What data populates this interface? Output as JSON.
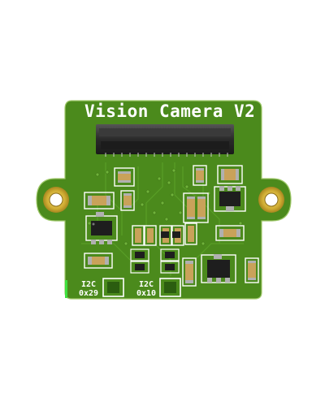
{
  "board": {
    "title": "Vision Camera V2",
    "labels": [
      {
        "line1": "I2C",
        "line2": "0x29"
      },
      {
        "line1": "I2C",
        "line2": "0x10"
      }
    ],
    "colors": {
      "pcb": "#4b8a1c",
      "pcb_dark": "#3e7816",
      "edge": "#c9d58f",
      "silkscreen": "#ffffff",
      "gold": "#d4b33a",
      "connector": "#2b2b2b",
      "capacitor": "#c9a25a",
      "ic": "#1e1e1e"
    }
  }
}
